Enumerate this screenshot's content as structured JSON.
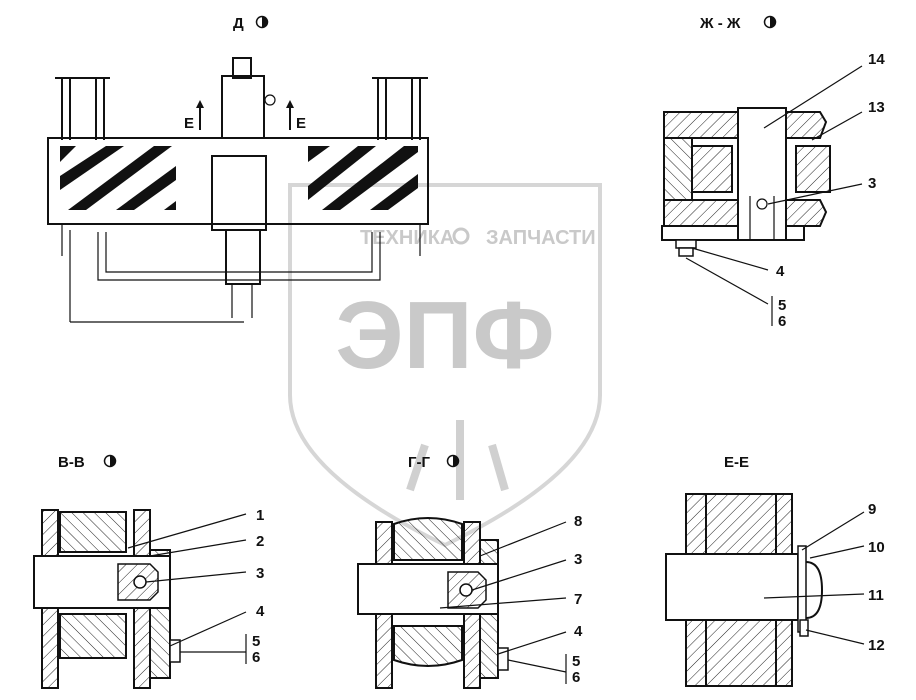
{
  "titles": {
    "view_d": "Д",
    "section_zh": "Ж - Ж",
    "section_v": "В-В",
    "section_g": "Г-Г",
    "section_e": "Е-Е"
  },
  "markers": {
    "e_left": "Е",
    "e_right": "Е"
  },
  "callouts": {
    "zh": [
      "14",
      "13",
      "3",
      "4",
      "5",
      "6"
    ],
    "v": [
      "1",
      "2",
      "3",
      "4",
      "5",
      "6"
    ],
    "g": [
      "8",
      "3",
      "7",
      "4",
      "5",
      "6"
    ],
    "e": [
      "9",
      "10",
      "11",
      "12"
    ]
  },
  "watermark": {
    "left": "ТЕХНИКА",
    "right": "ЗАПЧАСТИ",
    "logo": "ЭПФ"
  }
}
